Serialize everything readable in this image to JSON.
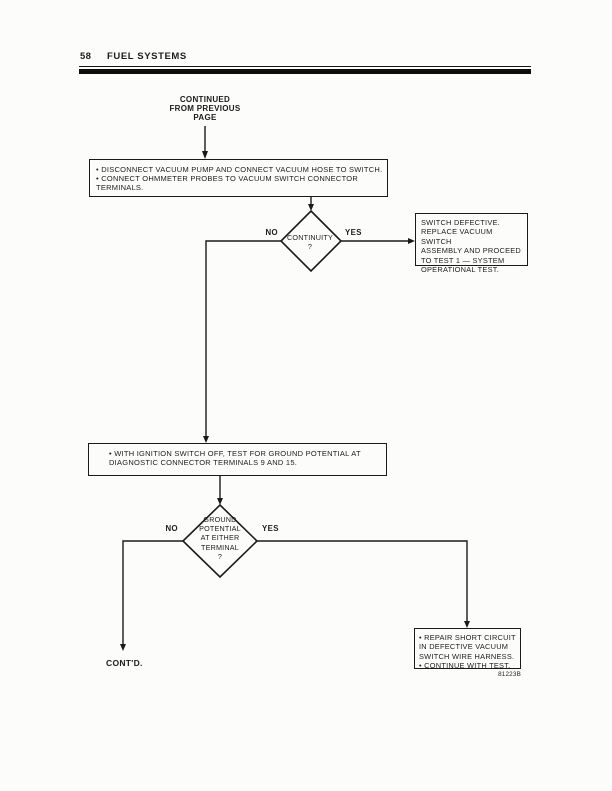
{
  "page": {
    "number": "58",
    "title": "FUEL SYSTEMS",
    "figure_code": "81223B"
  },
  "flowchart": {
    "entry": "CONTINUED\nFROM PREVIOUS\nPAGE",
    "step1": "• DISCONNECT VACUUM PUMP AND CONNECT VACUUM HOSE TO SWITCH.\n• CONNECT OHMMETER PROBES TO VACUUM SWITCH CONNECTOR\nTERMINALS.",
    "decision1": "CONTINUITY\n?",
    "decision1_no": "NO",
    "decision1_yes": "YES",
    "result1": "SWITCH DEFECTIVE.\nREPLACE VACUUM SWITCH\nASSEMBLY AND PROCEED\nTO TEST 1 — SYSTEM\nOPERATIONAL TEST.",
    "step2": "• WITH IGNITION SWITCH OFF, TEST FOR GROUND POTENTIAL AT\nDIAGNOSTIC CONNECTOR TERMINALS 9 AND 15.",
    "decision2": "GROUND\nPOTENTIAL\nAT EITHER\nTERMINAL\n?",
    "decision2_no": "NO",
    "decision2_yes": "YES",
    "result2": "• REPAIR SHORT CIRCUIT\nIN DEFECTIVE VACUUM\nSWITCH WIRE HARNESS.\n• CONTINUE WITH TEST.",
    "continued_label": "CONT'D."
  }
}
